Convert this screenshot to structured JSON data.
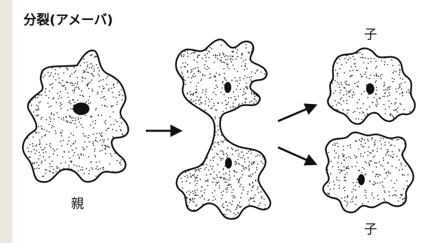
{
  "title": "分裂(アメーバ)",
  "labels": {
    "parent": "親",
    "child_top": "子",
    "child_bottom": "子"
  },
  "colors": {
    "page_bg": "#ece9df",
    "panel_bg": "#ffffff",
    "ink": "#111111"
  }
}
